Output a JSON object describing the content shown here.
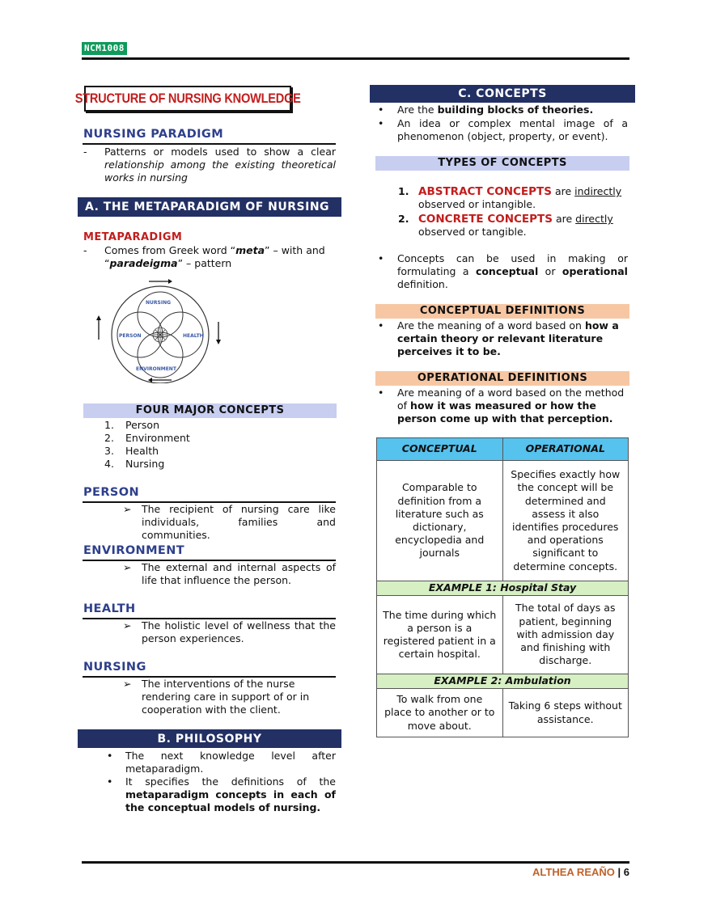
{
  "header": {
    "course_code": "NCM1008"
  },
  "footer": {
    "author": "ALTHEA REAÑO",
    "separator": " | ",
    "page_number": "6"
  },
  "left": {
    "title": "STRUCTURE OF NURSING KNOWLEDGE",
    "nursing_paradigm": {
      "heading": "NURSING PARADIGM",
      "text_plain": "Patterns or models used to show a clear",
      "text_italic": "relationship among the existing theoretical works in nursing"
    },
    "section_a": "A. THE METAPARADIGM OF NURSING",
    "metaparadigm": {
      "heading": "METAPARADIGM",
      "line1_a": "Comes from Greek word “",
      "line1_meta": "meta",
      "line1_b": "” – with and",
      "line2_a": "“",
      "line2_para": "paradeigma",
      "line2_b": "” – pattern"
    },
    "diagram": {
      "nursing": "NURSING",
      "person": "PERSON",
      "health": "HEALTH",
      "environment": "ENVIRONMENT"
    },
    "four_major": {
      "heading": "FOUR MAJOR CONCEPTS",
      "items": [
        "Person",
        "Environment",
        "Health",
        "Nursing"
      ],
      "numbers": [
        "1.",
        "2.",
        "3.",
        "4."
      ]
    },
    "person": {
      "heading": "PERSON",
      "text": "The recipient of nursing care like individuals, families and communities."
    },
    "environment": {
      "heading": "ENVIRONMENT",
      "text": "The external and internal aspects of life that influence the person."
    },
    "health": {
      "heading": "HEALTH",
      "text": "The holistic level of wellness that the person experiences."
    },
    "nursing": {
      "heading": "NURSING",
      "text": "The interventions of the nurse rendering care in support of or in cooperation with the client."
    },
    "section_b": "B. PHILOSOPHY",
    "philosophy": {
      "b1": "The next knowledge level after metaparadigm.",
      "b2_plain": "It specifies the definitions of the",
      "b2_bold": "metaparadigm concepts in each of the conceptual models of nursing."
    }
  },
  "right": {
    "section_c": "C. CONCEPTS",
    "concepts": {
      "b1_plain": "Are the",
      "b1_bold": "building blocks of theories.",
      "b2": "An idea or complex mental image of a phenomenon (object, property, or event)."
    },
    "types_heading": "TYPES OF CONCEPTS",
    "types": [
      {
        "num": "1.",
        "name": "ABSTRACT CONCEPTS",
        "are": " are ",
        "adv": "indirectly",
        "rest": "observed or intangible."
      },
      {
        "num": "2.",
        "name": "CONCRETE CONCEPTS",
        "are": " are ",
        "adv": "directly",
        "rest": "observed or tangible."
      }
    ],
    "concepts_usage": {
      "a": "Concepts can be used in making or formulating a",
      "b": "conceptual",
      "c": " or ",
      "d": "operational",
      "e": "definition."
    },
    "conceptual_def": {
      "heading": "CONCEPTUAL DEFINITIONS",
      "plain": "Are the meaning of a word based on",
      "bold": "how a certain theory or relevant literature perceives it to be."
    },
    "operational_def": {
      "heading": "OPERATIONAL DEFINITIONS",
      "plain": "Are meaning of a word based on the method of",
      "bold": "how it was measured or how the person come up with that perception."
    },
    "table": {
      "headers": [
        "CONCEPTUAL",
        "OPERATIONAL"
      ],
      "row1": [
        "Comparable to definition from a literature such as dictionary, encyclopedia and journals",
        "Specifies exactly how the concept will be determined and assess it also identifies procedures and operations significant to determine concepts."
      ],
      "example1": "EXAMPLE 1: Hospital Stay",
      "row2": [
        "The time during which a person is a registered patient in a certain hospital.",
        "The total of days as patient, beginning with admission day and finishing with discharge."
      ],
      "example2": "EXAMPLE 2: Ambulation",
      "row3": [
        "To walk from one place to another or to move about.",
        "Taking 6 steps without assistance."
      ]
    }
  }
}
